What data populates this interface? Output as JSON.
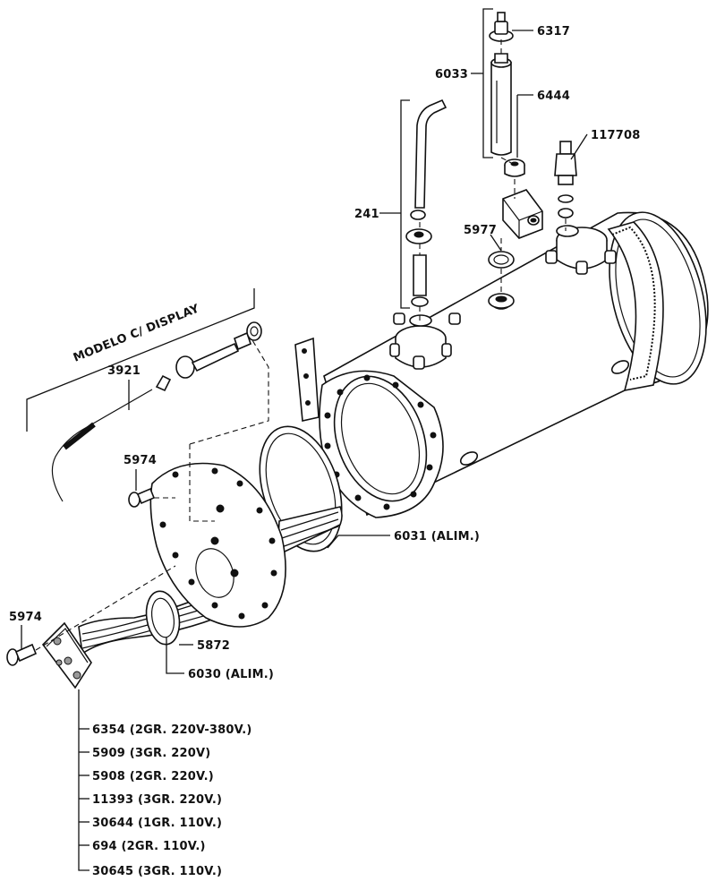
{
  "callouts": {
    "c6317": "6317",
    "c6033": "6033",
    "c6444": "6444",
    "c117708": "117708",
    "c241": "241",
    "c5977": "5977",
    "display_group": "MODELO C/ DISPLAY",
    "c3921": "3921",
    "c5974_top": "5974",
    "c6031": "6031 (ALIM.)",
    "c5974_left": "5974",
    "c5872": "5872",
    "c6030": "6030 (ALIM.)"
  },
  "element_variants": [
    "6354 (2GR. 220V-380V.)",
    "5909 (3GR. 220V)",
    "5908 (2GR. 220V.)",
    "11393 (3GR. 220V.)",
    "30644 (1GR. 110V.)",
    "694 (2GR. 110V.)",
    "30645 (3GR. 110V.)"
  ]
}
